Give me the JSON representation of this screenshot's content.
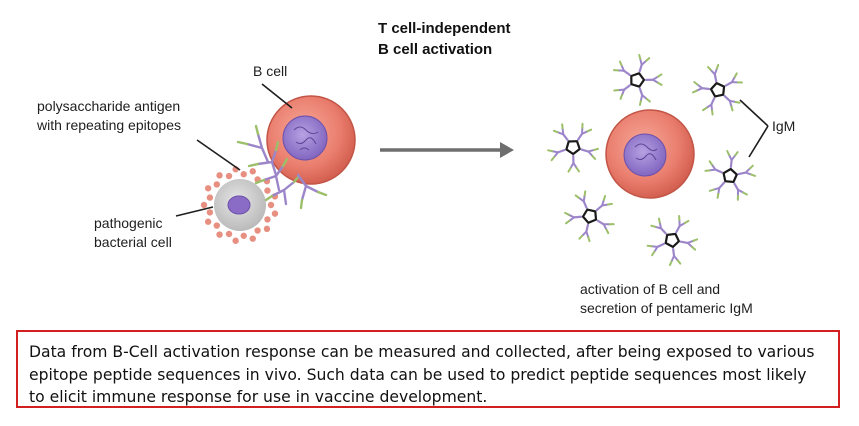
{
  "diagram": {
    "title_lines": [
      "T cell-independent",
      "B cell activation"
    ],
    "labels": {
      "b_cell": "B cell",
      "antigen_line1": "polysaccharide antigen",
      "antigen_line2": "with repeating epitopes",
      "pathogen_line1": "pathogenic",
      "pathogen_line2": "bacterial cell",
      "igm": "IgM",
      "result_line1": "activation of B cell and",
      "result_line2": "secretion of pentameric IgM"
    },
    "colors": {
      "b_cell_fill": "#e8796a",
      "nucleus_fill": "#9b7fce",
      "bacterium_fill": "#cccccc",
      "epitope_dot": "#e79082",
      "antibody_purple": "#9c86c9",
      "antibody_green": "#9cbf6a",
      "arrow": "#6e6e6e",
      "box_border": "#d21f1f"
    }
  },
  "caption": {
    "text": "Data from B-Cell activation response can be measured and collected, after being exposed to various epitope peptide sequences in vivo. Such data can be used to predict peptide sequences most likely to elicit immune response for use in vaccine development."
  }
}
